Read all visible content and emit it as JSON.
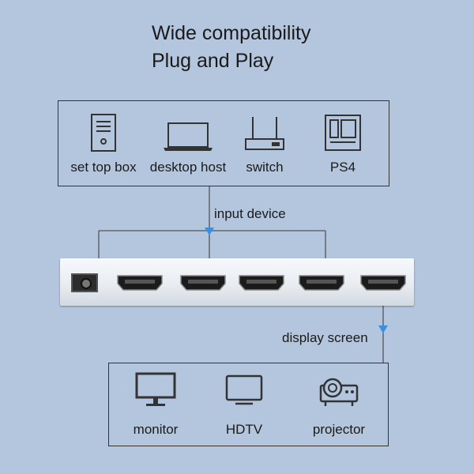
{
  "title": {
    "line1": "Wide compatibility",
    "line2": "Plug and Play"
  },
  "input_devices": [
    {
      "label": "set top box",
      "icon": "set-top-box-icon"
    },
    {
      "label": "desktop host",
      "icon": "laptop-icon"
    },
    {
      "label": "switch",
      "icon": "router-icon"
    },
    {
      "label": "PS4",
      "icon": "game-console-icon"
    }
  ],
  "input_label": "input device",
  "device": {
    "power_port_icon": "dc-power-jack-icon",
    "hdmi_ports": 5,
    "hdmi_port_icon": "hdmi-port-icon"
  },
  "output_label": "display screen",
  "output_devices": [
    {
      "label": "monitor",
      "icon": "monitor-icon"
    },
    {
      "label": "HDTV",
      "icon": "tv-icon"
    },
    {
      "label": "projector",
      "icon": "projector-icon"
    }
  ],
  "colors": {
    "background": "#b3c6de",
    "arrow": "#3b8fe0",
    "line": "#555555",
    "icon": "#333333"
  }
}
